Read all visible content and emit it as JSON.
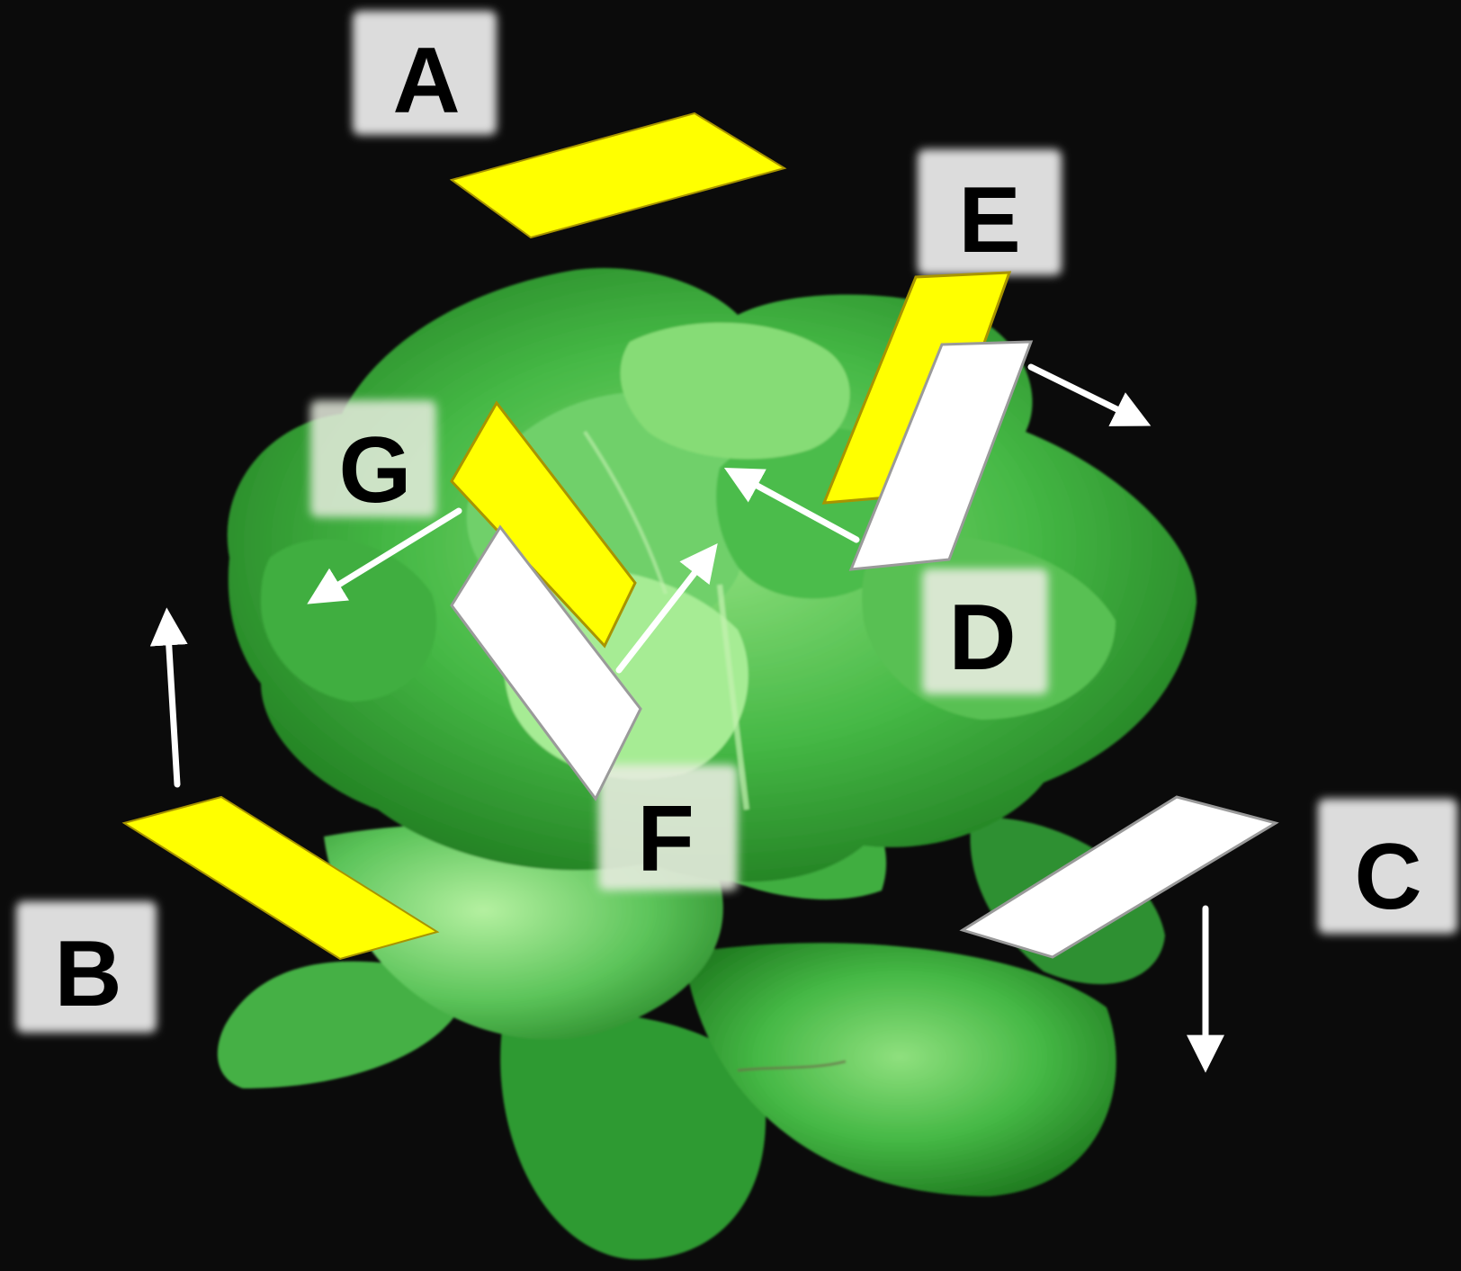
{
  "colors": {
    "background": "#0b0b0b",
    "label_box": "#dcdcdc",
    "yellow_card": "#ffff00",
    "yellow_card_edge": "#a89400",
    "white_card": "#ffffff",
    "white_card_edge": "#9a9a9a",
    "arrow": "#ffffff",
    "leaf_dark": "#1f7a1f",
    "leaf_mid": "#34a834",
    "leaf_light": "#6fd06a",
    "leaf_highlight": "#a6ec94"
  },
  "labels": {
    "a": "A",
    "b": "B",
    "c": "C",
    "d": "D",
    "e": "E",
    "f": "F",
    "g": "G"
  }
}
